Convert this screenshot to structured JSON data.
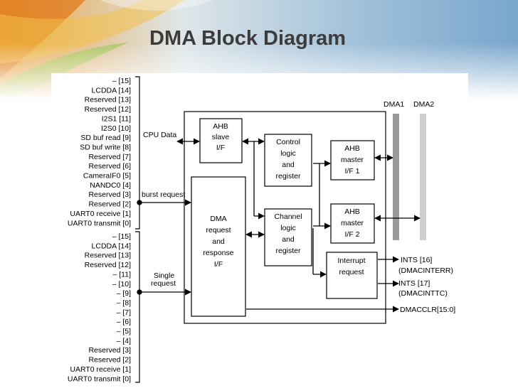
{
  "title": "DMA Block Diagram",
  "diagram": {
    "group1_inputs": [
      "– [15]",
      "LCDDA [14]",
      "Reserved [13]",
      "Reserved [12]",
      "I2S1 [11]",
      "I2S0 [10]",
      "SD buf read   [9]",
      "SD buf write  [8]",
      "Reserved   [7]",
      "Reserved   [6]",
      "CameraIF0   [5]",
      "NANDC0   [4]",
      "Reserved   [3]",
      "Reserved   [2]",
      "UART0 receive [1]",
      "UART0  transmit [0]"
    ],
    "group2_inputs": [
      "– [15]",
      "LCDDA [14]",
      "Reserved [13]",
      "Reserved [12]",
      "–  [11]",
      "–  [10]",
      "–    [9]",
      "–    [8]",
      "–    [7]",
      "–    [6]",
      "–    [5]",
      "–    [4]",
      "Reserved   [3]",
      "Reserved   [2]",
      "UART0 receive [1]",
      "UART0 transmit [0]"
    ],
    "cpu_data": "CPU Data",
    "burst_request": "burst request",
    "single_request": [
      "Single",
      "request"
    ],
    "ahb_slave": [
      "AHB",
      "slave",
      "I/F"
    ],
    "dma_request": [
      "DMA",
      "request",
      "and",
      "response",
      "I/F"
    ],
    "control_logic": [
      "Control",
      "logic",
      "and",
      "register"
    ],
    "channel_logic": [
      "Channel",
      "logic",
      "and",
      "register"
    ],
    "ahb_master1": [
      "AHB",
      "master",
      "I/F 1"
    ],
    "ahb_master2": [
      "AHB",
      "master",
      "I/F 2"
    ],
    "interrupt_request": [
      "Interrupt",
      "request"
    ],
    "dma1": "DMA1",
    "dma2": "DMA2",
    "ints16": "INTS [16]",
    "dmacinterr": "(DMACINTERR)",
    "ints17": "INTS [17]",
    "dmacinttc": "(DMACINTTC)",
    "dmacclr": "DMACCLR[15:0]"
  }
}
